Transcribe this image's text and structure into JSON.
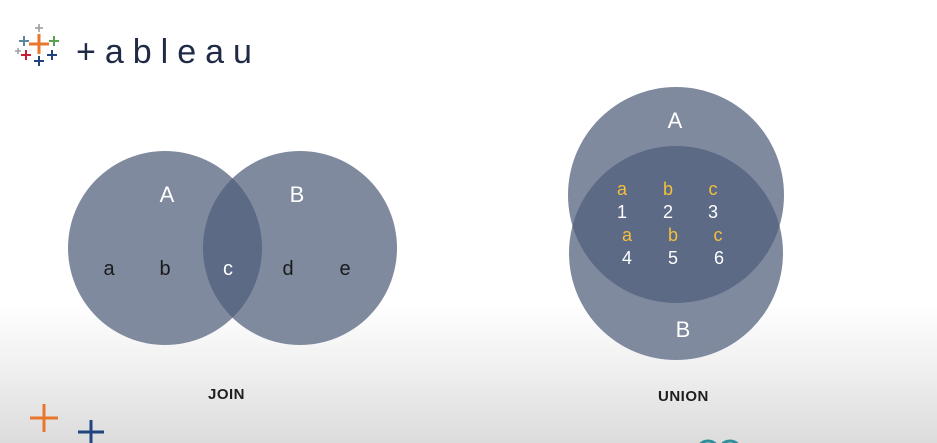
{
  "brand": {
    "logo_text": "+ableau",
    "colors": {
      "orange": "#e8762d",
      "red": "#c72035",
      "blue": "#5b879b",
      "navy": "#1f447e",
      "teal": "#59a14f",
      "gray": "#9c9c9c"
    }
  },
  "join": {
    "circle_a_label": "A",
    "circle_b_label": "B",
    "a_only_values": [
      "a",
      "b"
    ],
    "overlap_value": "c",
    "b_only_values": [
      "d",
      "e"
    ],
    "caption": "JOIN"
  },
  "union": {
    "circle_a_label": "A",
    "circle_b_label": "B",
    "rows": [
      {
        "cells": [
          "a",
          "b",
          "c"
        ],
        "kind": "header"
      },
      {
        "cells": [
          "1",
          "2",
          "3"
        ],
        "kind": "value"
      },
      {
        "cells": [
          "a",
          "b",
          "c"
        ],
        "kind": "header"
      },
      {
        "cells": [
          "4",
          "5",
          "6"
        ],
        "kind": "value"
      }
    ],
    "caption": "UNION"
  },
  "style": {
    "circle_color": "#7f8a9f",
    "overlap_color": "#5c6a85",
    "header_text_color": "#f5bf3c",
    "value_text_color": "#ffffff",
    "join_letter_color": "#1a1a1a",
    "circle_label_color": "#ffffff"
  }
}
